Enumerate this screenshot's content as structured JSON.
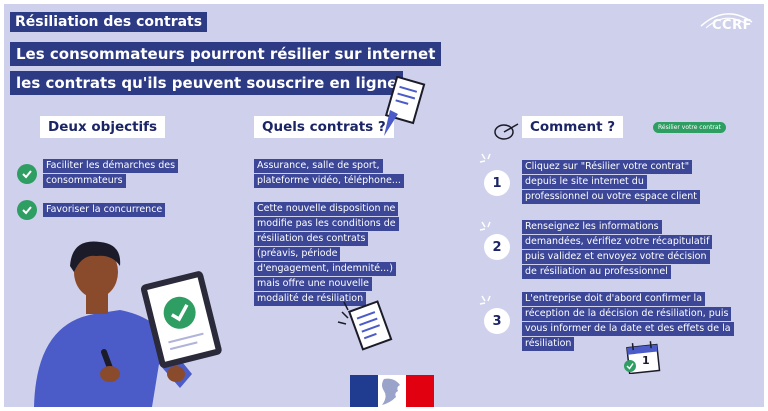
{
  "header": {
    "section_title": "Résiliation des contrats",
    "headline_line1": "Les consommateurs pourront résilier sur internet",
    "headline_line2": "les contrats qu'ils peuvent souscrire en ligne",
    "logo": "CCRF"
  },
  "objectifs": {
    "title": "Deux objectifs",
    "items": [
      {
        "lines": [
          "Faciliter les démarches des",
          "consommateurs"
        ]
      },
      {
        "lines": [
          "Favoriser la concurrence"
        ]
      }
    ]
  },
  "contrats": {
    "title": "Quels contrats ?",
    "examples": [
      "Assurance, salle de sport,",
      "plateforme vidéo, téléphone..."
    ],
    "note": [
      "Cette nouvelle disposition ne",
      "modifie pas les conditions de",
      "résiliation des contrats",
      "(préavis, période",
      "d'engagement, indemnité...)",
      "mais offre une nouvelle",
      "modalité de résiliation"
    ]
  },
  "comment": {
    "title": "Comment ?",
    "button_label": "Résilier votre contrat",
    "steps": [
      {
        "number": "1",
        "lines": [
          "Cliquez sur \"Résilier votre contrat\"",
          "depuis le site internet du",
          "professionnel ou votre espace client"
        ]
      },
      {
        "number": "2",
        "lines": [
          "Renseignez les informations",
          "demandées, vérifiez votre récapitulatif",
          "puis validez et envoyez votre décision",
          "de résiliation au professionnel"
        ]
      },
      {
        "number": "3",
        "lines": [
          "L'entreprise doit d'abord confirmer la",
          "réception de la décision de résiliation, puis",
          "vous informer de la date et des effets de la",
          "résiliation"
        ]
      }
    ],
    "calendar_day": "1"
  },
  "colors": {
    "background": "#cfd1ec",
    "navy": "#2d3a84",
    "green": "#2e9e63",
    "flag_blue": "#1f3c91",
    "flag_red": "#e1000f"
  }
}
